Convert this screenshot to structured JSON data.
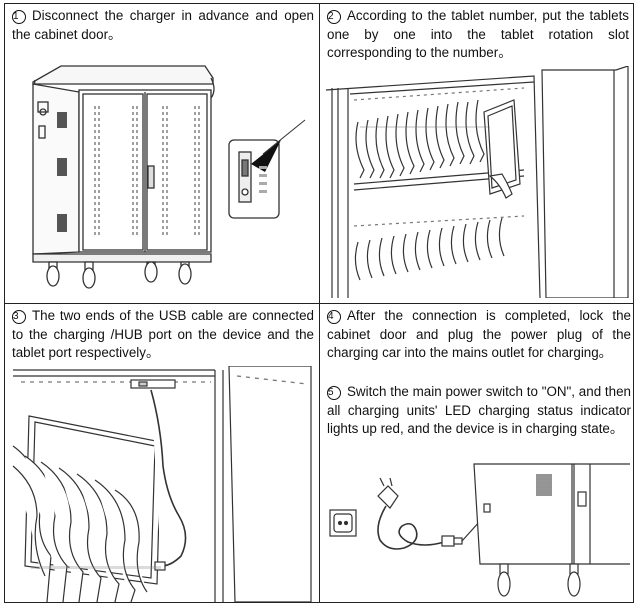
{
  "steps": [
    {
      "number": "1",
      "text": "Disconnect the charger in advance and open the cabinet door。"
    },
    {
      "number": "2",
      "text": "According to the tablet number, put the tablets one by one into the tablet rotation slot corresponding to the number。"
    },
    {
      "number": "3",
      "text": "The two ends of the USB cable are connected to the charging /HUB port on the device and the tablet port respectively。"
    },
    {
      "number": "4",
      "text": "After the connection is completed, lock the cabinet door and plug the power plug of the charging car into the mains outlet for charging。"
    },
    {
      "number": "5",
      "text": "Switch the main power switch to \"ON\", and then all charging units' LED charging status indicator lights up red, and the device is in charging state。"
    }
  ]
}
